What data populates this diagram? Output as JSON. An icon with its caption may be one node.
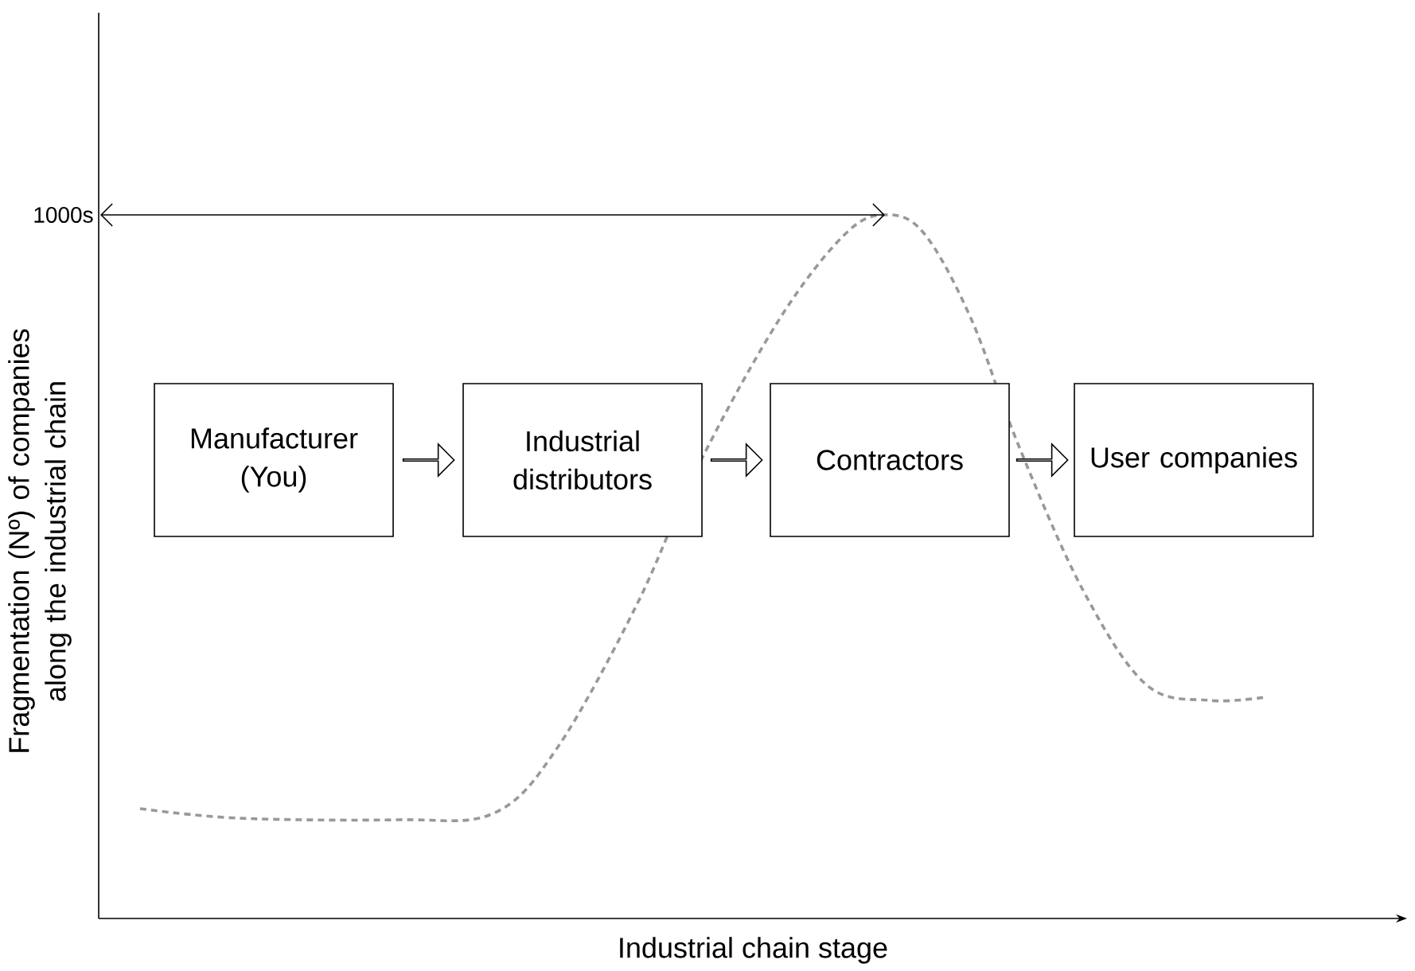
{
  "diagram": {
    "nodes": [
      {
        "text": [
          "Manufacturer (You)"
        ]
      },
      {
        "text": [
          "Industrial distributors"
        ]
      },
      {
        "text": [
          "Contractors"
        ]
      },
      {
        "text": [
          "User companies"
        ]
      }
    ],
    "edges": [
      {
        "from": 0,
        "to": 1,
        "arrow": "to"
      },
      {
        "from": 1,
        "to": 2,
        "arrow": "to"
      },
      {
        "from": 2,
        "to": 3,
        "arrow": "to"
      }
    ],
    "labels": [
      "1000s",
      "Fragmentation (Nº) of companies along the industrial chain",
      "Industrial chain stage"
    ]
  }
}
